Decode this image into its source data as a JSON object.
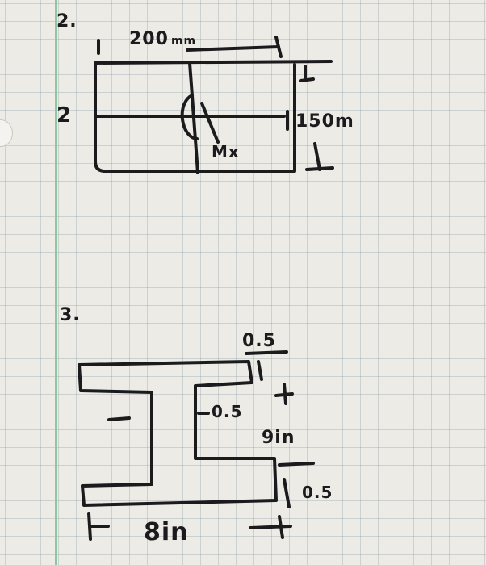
{
  "problem2": {
    "number": "2.",
    "width_label": "200",
    "width_unit": "mm",
    "height_label": "150m",
    "moment_label": "Mx",
    "left_mark": "2"
  },
  "problem3": {
    "number": "3.",
    "flange_top_label": "0.5",
    "web_label": "0.5",
    "height_label": "9in",
    "flange_bottom_label": "0.5",
    "width_label": "8in"
  },
  "colors": {
    "ink": "#1b1b1e",
    "paper": "#ecebe6",
    "grid": "#8c9aa3",
    "margin": "#8fc6a2"
  }
}
